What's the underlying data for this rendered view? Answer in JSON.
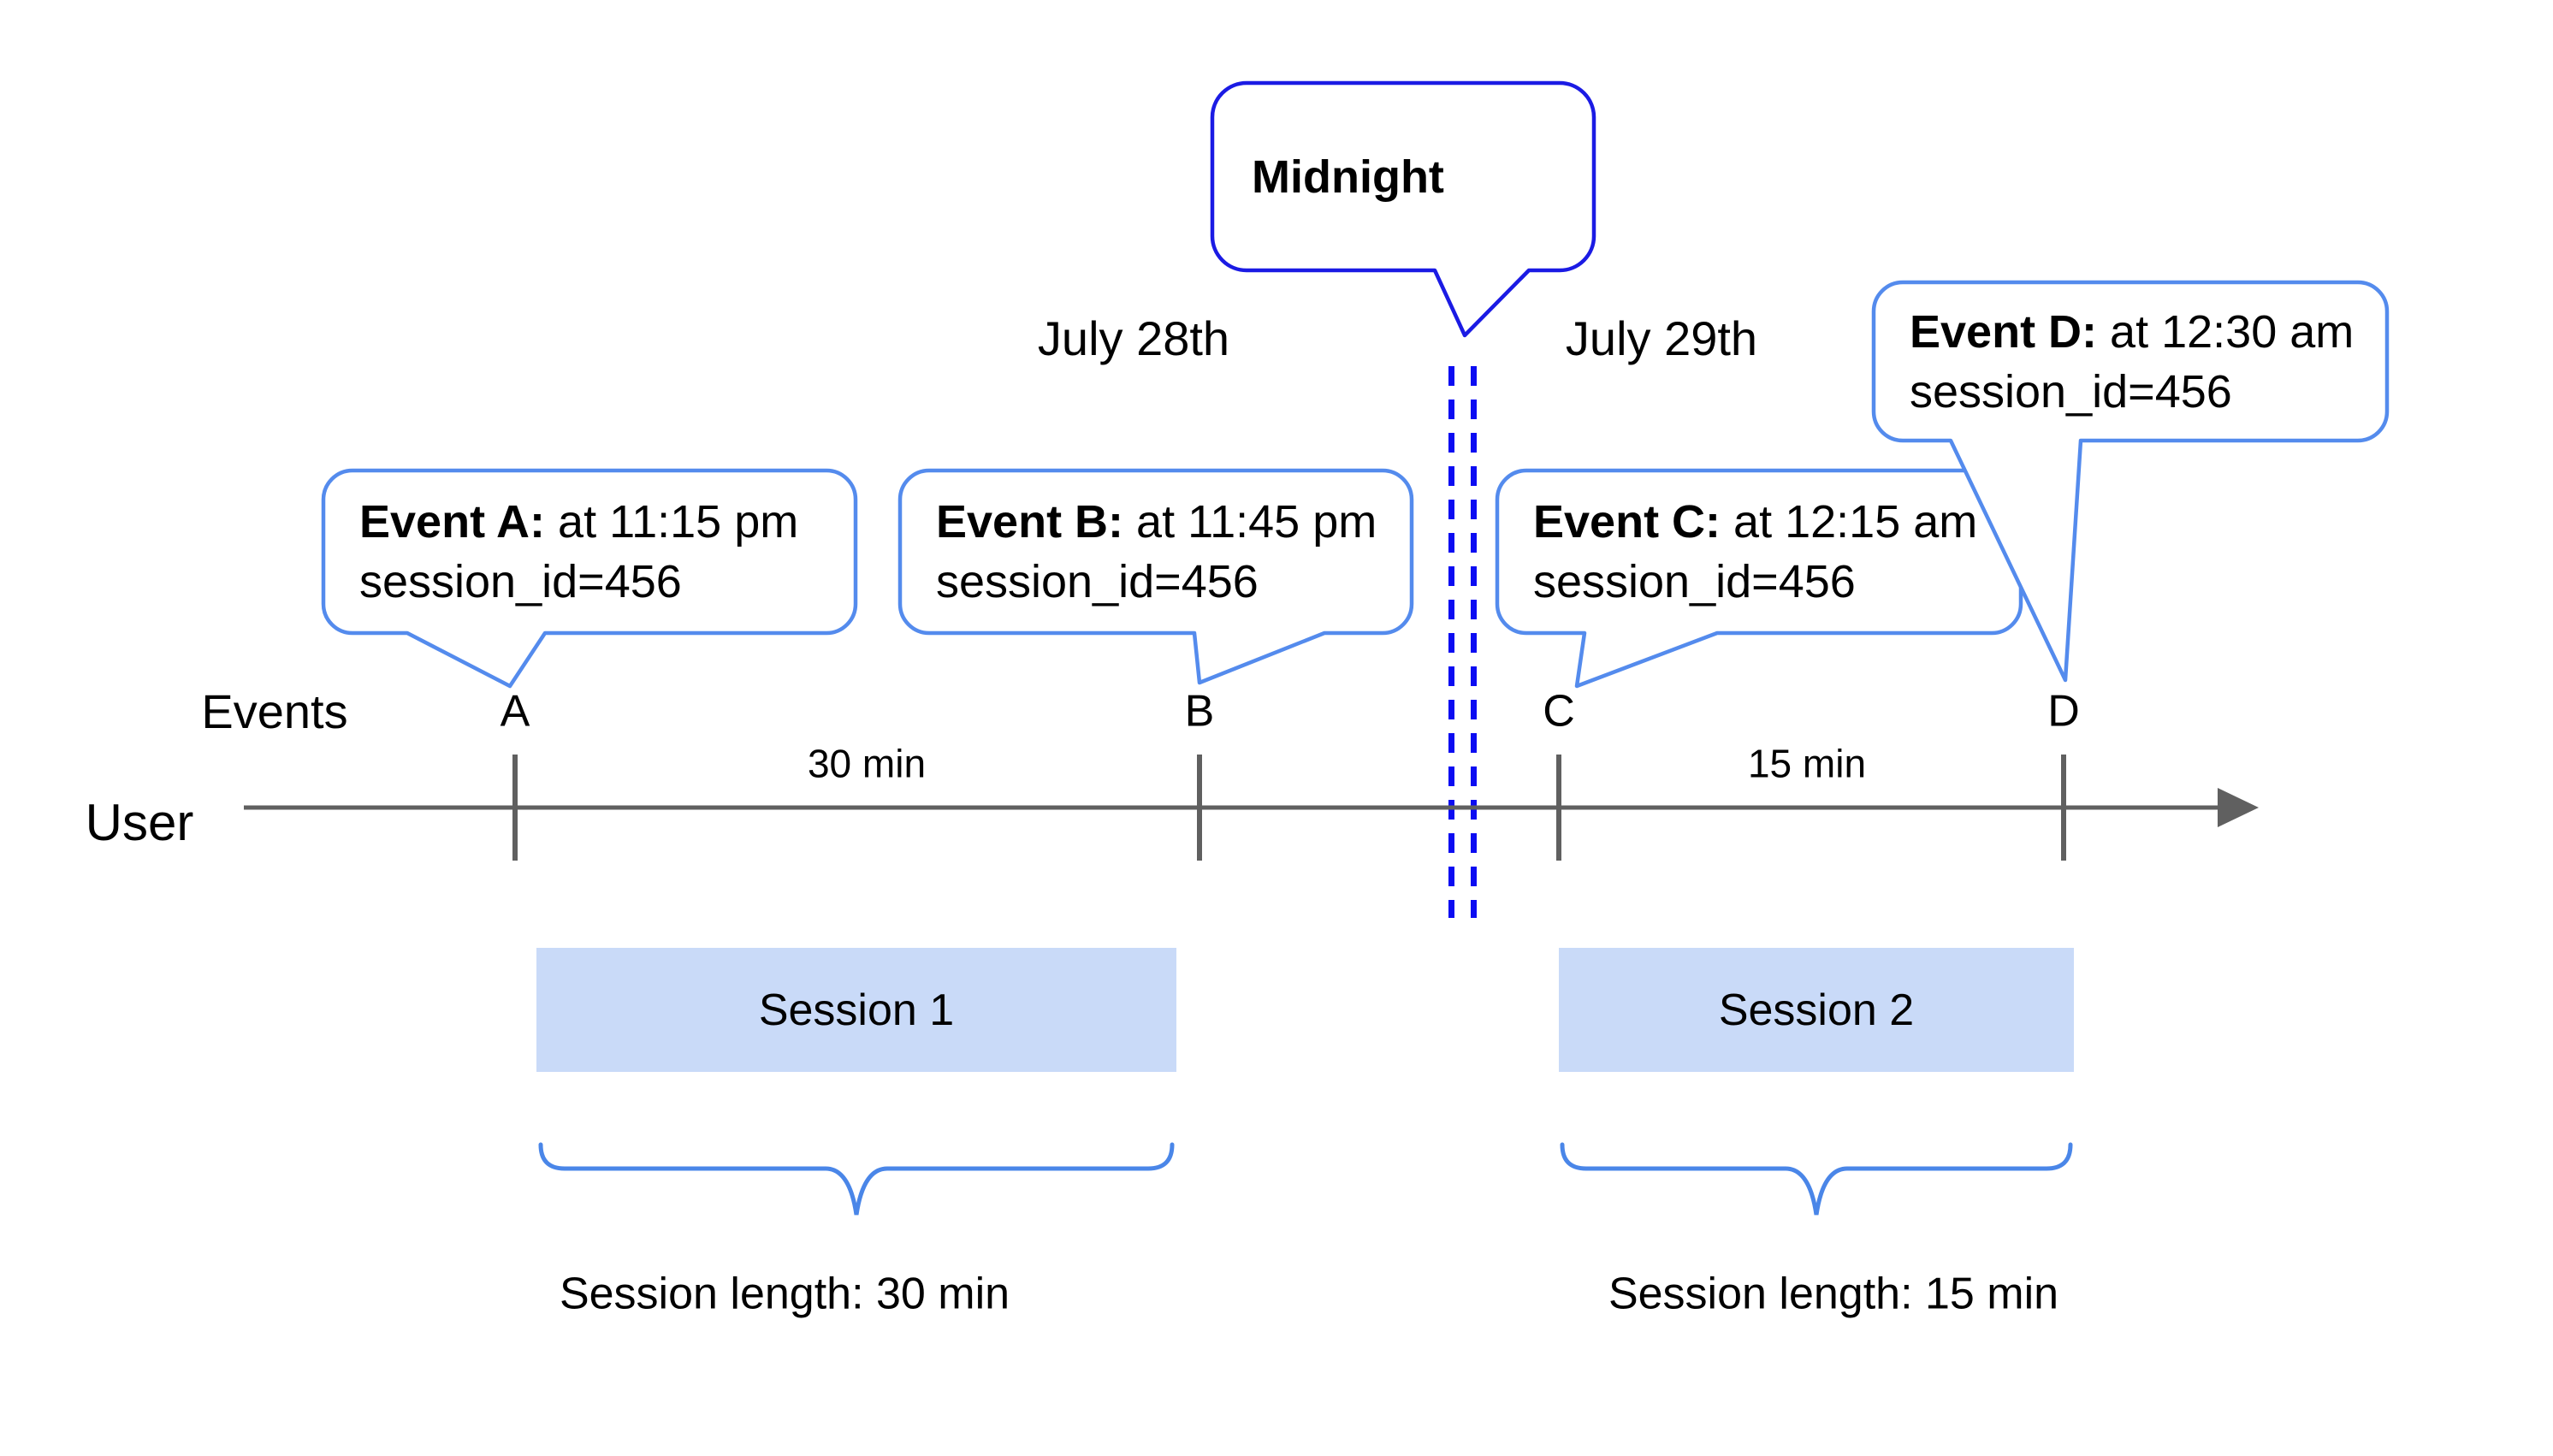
{
  "colors": {
    "accent-blue": "#548bed",
    "deep-blue": "#1b1be4",
    "dash-blue": "#0c0cf2",
    "brace-blue": "#4a86e8",
    "session-fill": "#c9daf8",
    "line-gray": "#606060",
    "text": "#000000"
  },
  "midnight": {
    "label": "Midnight"
  },
  "dates": {
    "day1": "July 28th",
    "day2": "July 29th"
  },
  "axis": {
    "row_label": "User",
    "events_label": "Events"
  },
  "ticks": [
    {
      "label": "A"
    },
    {
      "label": "B"
    },
    {
      "label": "C"
    },
    {
      "label": "D"
    }
  ],
  "intervals": [
    {
      "label": "30 min"
    },
    {
      "label": "15 min"
    }
  ],
  "events": [
    {
      "label": "Event A:",
      "time": " at 11:15 pm",
      "session": "session_id=456"
    },
    {
      "label": "Event B:",
      "time": " at 11:45 pm",
      "session": "session_id=456"
    },
    {
      "label": "Event C:",
      "time": " at 12:15 am",
      "session": "session_id=456"
    },
    {
      "label": "Event D:",
      "time": " at 12:30 am",
      "session": "session_id=456"
    }
  ],
  "sessions": [
    {
      "name": "Session 1",
      "length_label": "Session length: 30 min"
    },
    {
      "name": "Session 2",
      "length_label": "Session length: 15 min"
    }
  ]
}
